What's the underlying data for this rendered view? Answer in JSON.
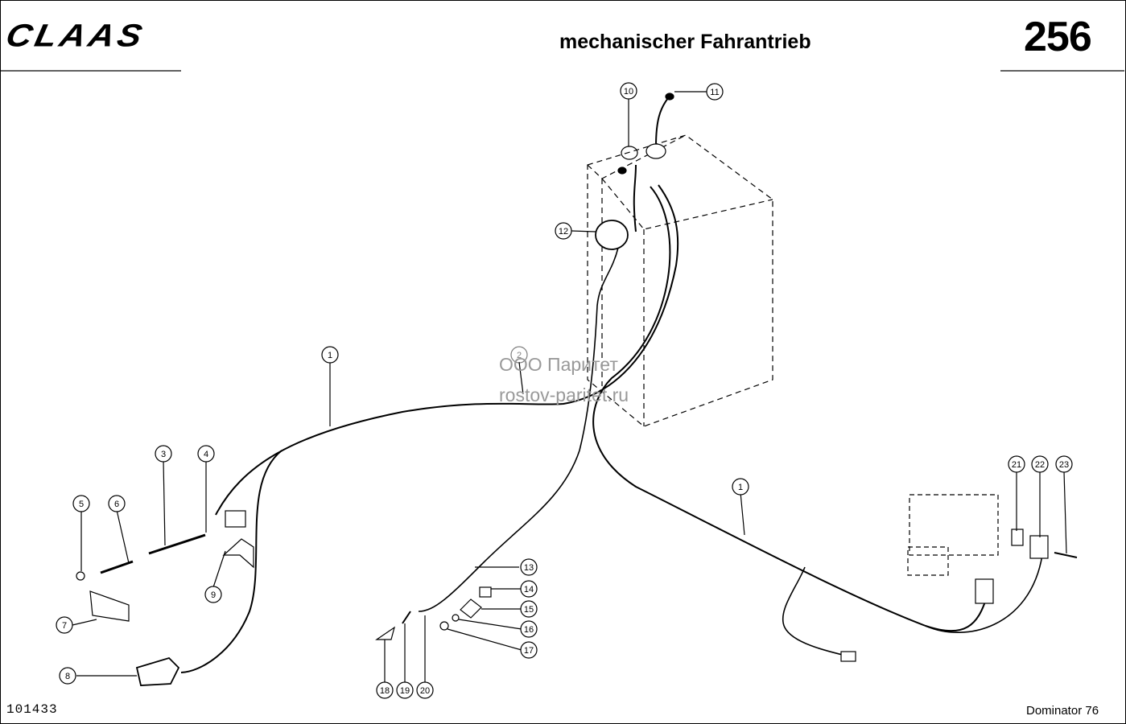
{
  "header": {
    "brand": "CLAAS",
    "title": "mechanischer Fahrantrieb",
    "page_number": "256"
  },
  "footer": {
    "drawing_number": "101433",
    "model": "Dominator 76"
  },
  "watermark": {
    "line1": "ООО Паритет",
    "line2": "rostov-paritet.ru"
  },
  "callouts": [
    "1",
    "1",
    "2",
    "3",
    "4",
    "5",
    "6",
    "7",
    "8",
    "9",
    "10",
    "11",
    "12",
    "13",
    "14",
    "15",
    "16",
    "17",
    "18",
    "19",
    "20",
    "21",
    "22",
    "23"
  ]
}
